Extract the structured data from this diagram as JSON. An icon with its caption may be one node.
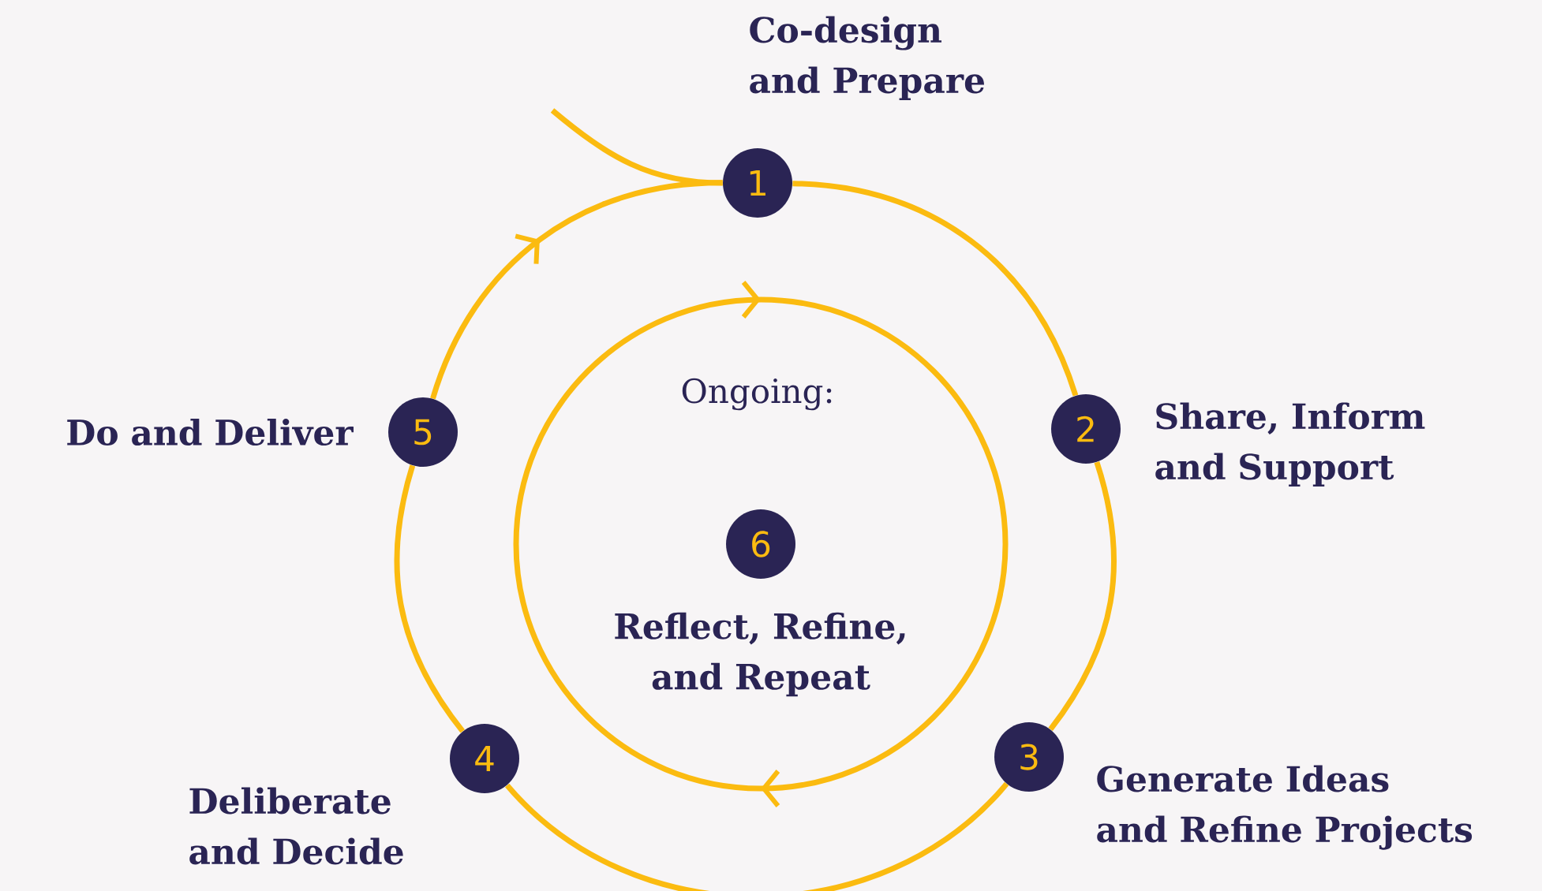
{
  "diagram": {
    "nodes": [
      {
        "text": [
          "1"
        ],
        "beside": [
          "Co-design and Prepare"
        ]
      },
      {
        "text": [
          "2"
        ],
        "beside": [
          "Share, Inform and Support"
        ]
      },
      {
        "text": [
          "3"
        ],
        "beside": [
          "Generate Ideas and Refine Projects"
        ]
      },
      {
        "text": [
          "4"
        ],
        "beside": [
          "Deliberate and Decide"
        ]
      },
      {
        "text": [
          "5"
        ],
        "beside": [
          "Do and Deliver"
        ]
      },
      {
        "text": [
          "6"
        ],
        "beside": [
          "Ongoing:",
          "Reflect, Refine, and Repeat"
        ]
      }
    ],
    "edges": [
      {
        "from": null,
        "to": 0,
        "arrow": "none"
      },
      {
        "from": 0,
        "to": 1,
        "arrow": "none"
      },
      {
        "from": 1,
        "to": 2,
        "arrow": "none"
      },
      {
        "from": 2,
        "to": 3,
        "arrow": "none"
      },
      {
        "from": 3,
        "to": 4,
        "arrow": "none"
      },
      {
        "from": 4,
        "to": 0,
        "arrow": "to"
      }
    ]
  }
}
